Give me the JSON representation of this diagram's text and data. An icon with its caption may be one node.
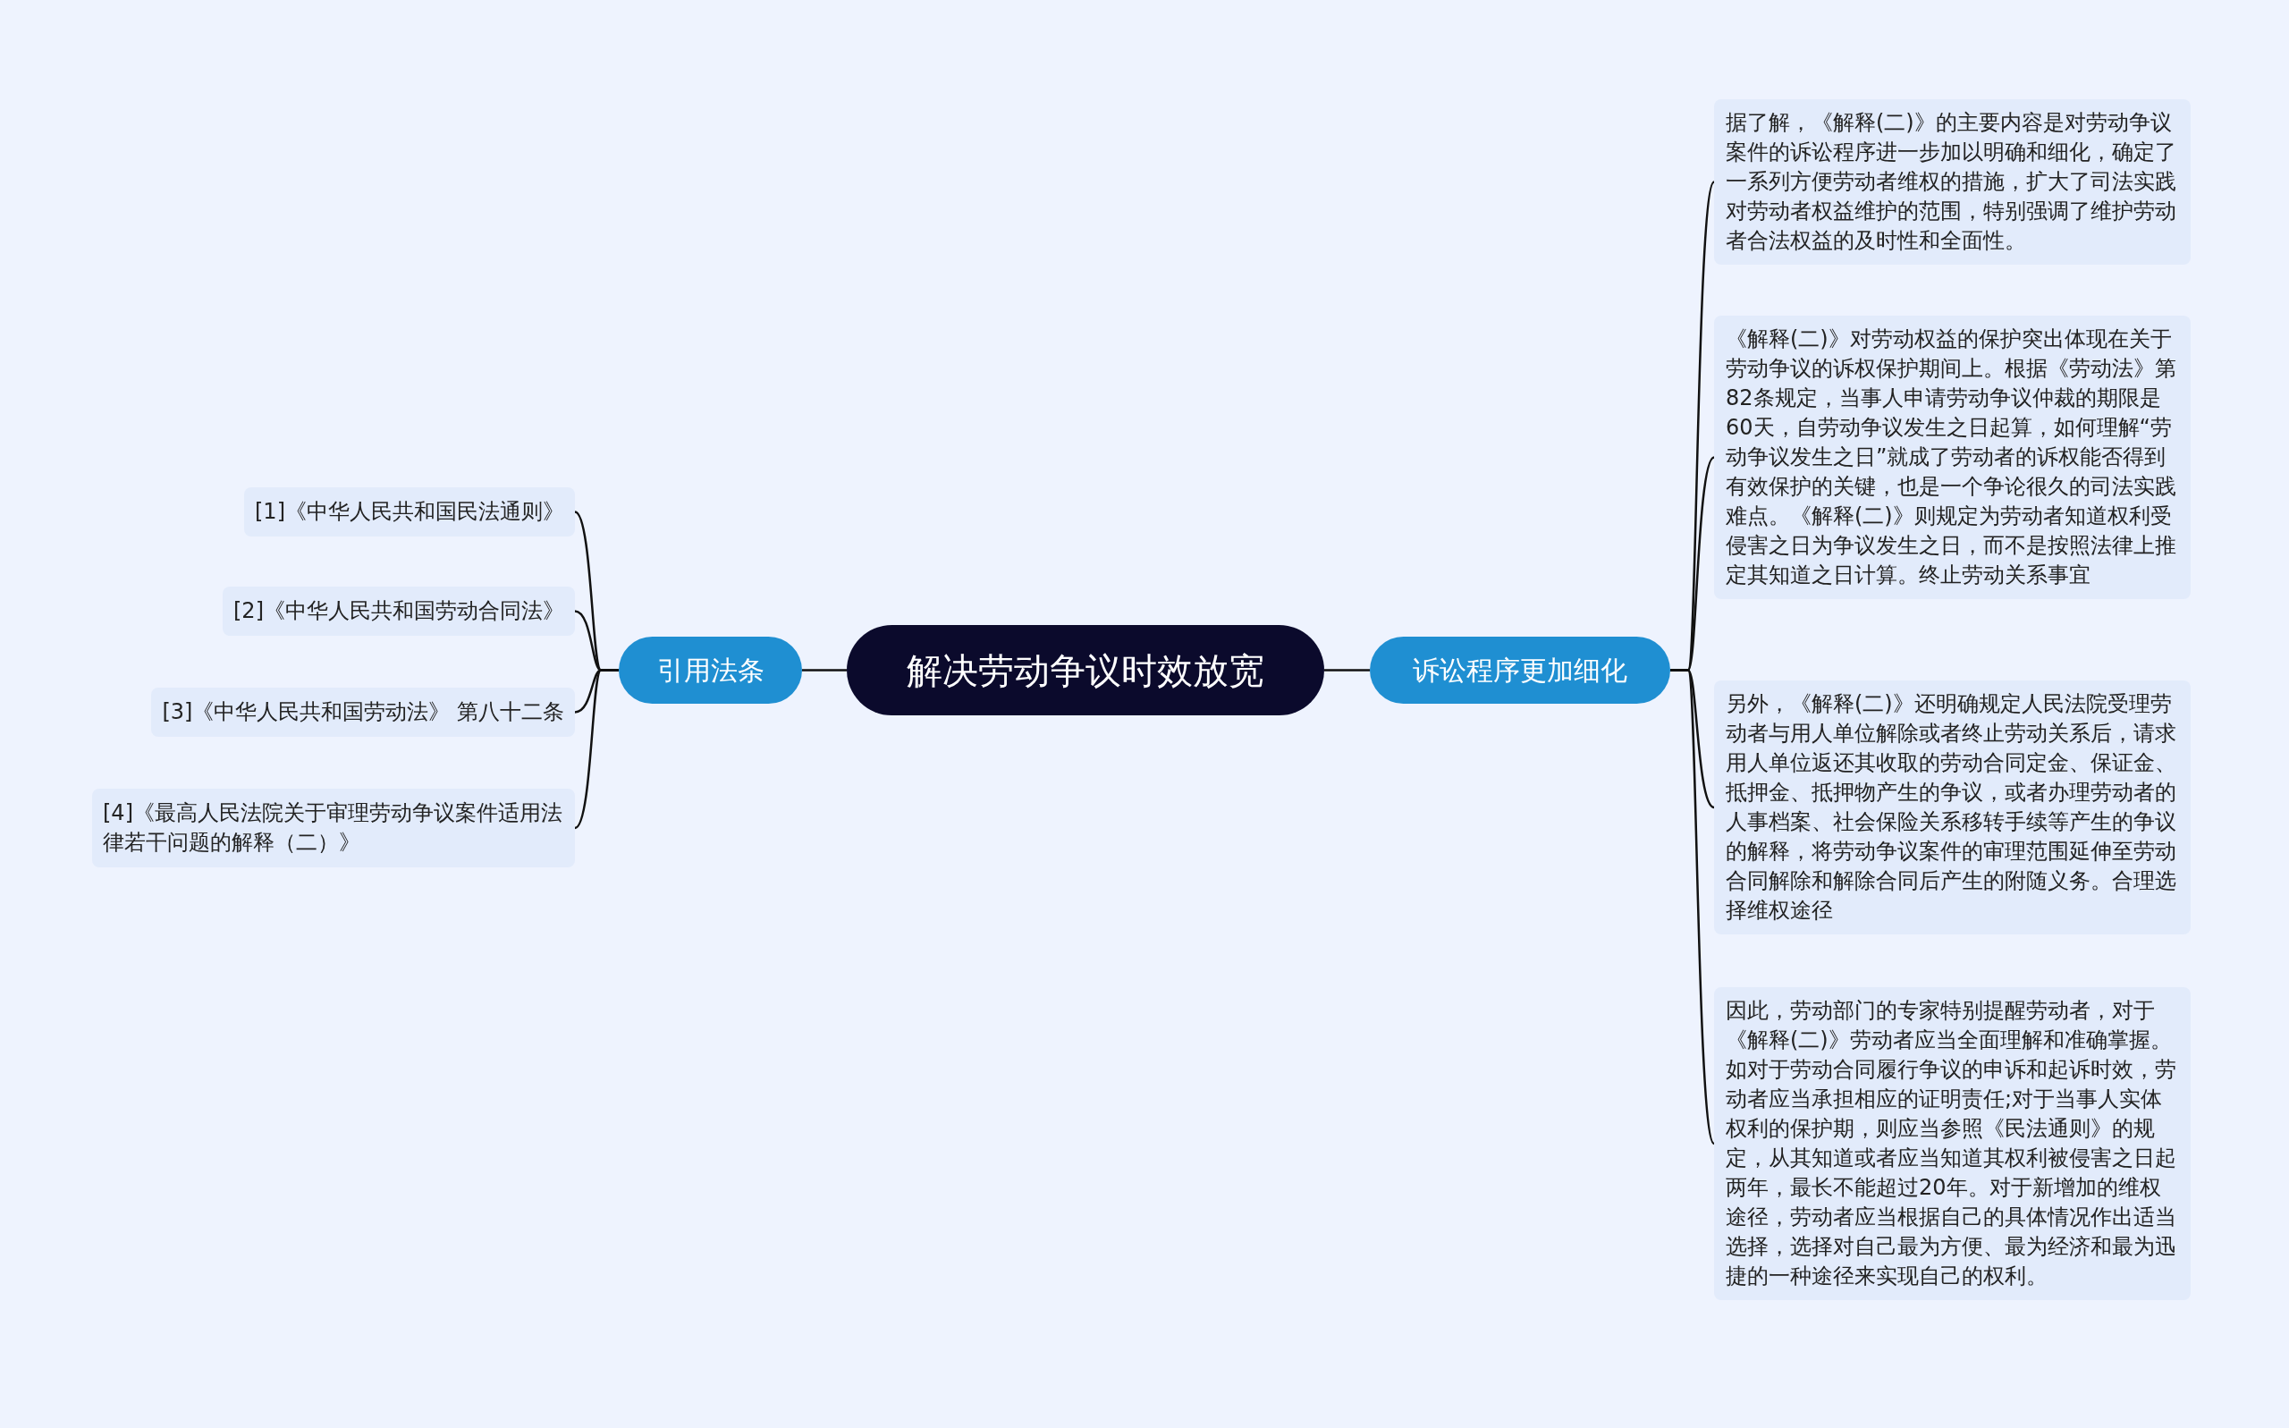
{
  "diagram": {
    "nodes": [
      {
        "text": [
          "解决劳动争议时效放宽"
        ]
      },
      {
        "text": [
          "引用法条"
        ]
      },
      {
        "text": [
          "诉讼程序更加细化"
        ]
      },
      {
        "text": [
          "[1]《中华人民共和国民法通则》"
        ]
      },
      {
        "text": [
          "[2]《中华人民共和国劳动合同法》"
        ]
      },
      {
        "text": [
          "[3]《中华人民共和国劳动法》 第八十二条"
        ]
      },
      {
        "text": [
          "[4]《最高人民法院关于审理劳动争议案件适用法律若干问题的解释（二）》"
        ]
      },
      {
        "text": [
          "据了解，《解释(二)》的主要内容是对劳动争议案件的诉讼程序进一步加以明确和细化，确定了一系列方便劳动者维权的措施，扩大了司法实践对劳动者权益维护的范围，特别强调了维护劳动者合法权益的及时性和全面性。"
        ]
      },
      {
        "text": [
          "《解释(二)》对劳动权益的保护突出体现在关于劳动争议的诉权保护期间上。根据《劳动法》第82条规定，当事人申请劳动争议仲裁的期限是60天，自劳动争议发生之日起算，如何理解“劳动争议发生之日”就成了劳动者的诉权能否得到有效保护的关键，也是一个争论很久的司法实践难点。《解释(二)》则规定为劳动者知道权利受侵害之日为争议发生之日，而不是按照法律上推定其知道之日计算。终止劳动关系事宜"
        ]
      },
      {
        "text": [
          "另外，《解释(二)》还明确规定人民法院受理劳动者与用人单位解除或者终止劳动关系后，请求用人单位返还其收取的劳动合同定金、保证金、抵押金、抵押物产生的争议，或者办理劳动者的人事档案、社会保险关系移转手续等产生的争议的解释，将劳动争议案件的审理范围延伸至劳动合同解除和解除合同后产生的附随义务。合理选择维权途径"
        ]
      },
      {
        "text": [
          "因此，劳动部门的专家特别提醒劳动者，对于《解释(二)》劳动者应当全面理解和准确掌握。如对于劳动合同履行争议的申诉和起诉时效，劳动者应当承担相应的证明责任;对于当事人实体权利的保护期，则应当参照《民法通则》的规定，从其知道或者应当知道其权利被侵害之日起两年，最长不能超过20年。对于新增加的维权途径，劳动者应当根据自己的具体情况作出适当选择，选择对自己最为方便、最为经济和最为迅捷的一种途径来实现自己的权利。"
        ]
      }
    ],
    "edges": [
      {
        "from": 0,
        "to": 1,
        "arrow": "none"
      },
      {
        "from": 0,
        "to": 2,
        "arrow": "none"
      },
      {
        "from": 1,
        "to": 3,
        "arrow": "none"
      },
      {
        "from": 1,
        "to": 4,
        "arrow": "none"
      },
      {
        "from": 1,
        "to": 5,
        "arrow": "none"
      },
      {
        "from": 1,
        "to": 6,
        "arrow": "none"
      },
      {
        "from": 2,
        "to": 7,
        "arrow": "none"
      },
      {
        "from": 2,
        "to": 8,
        "arrow": "none"
      },
      {
        "from": 2,
        "to": 9,
        "arrow": "none"
      },
      {
        "from": 2,
        "to": 10,
        "arrow": "none"
      }
    ]
  }
}
